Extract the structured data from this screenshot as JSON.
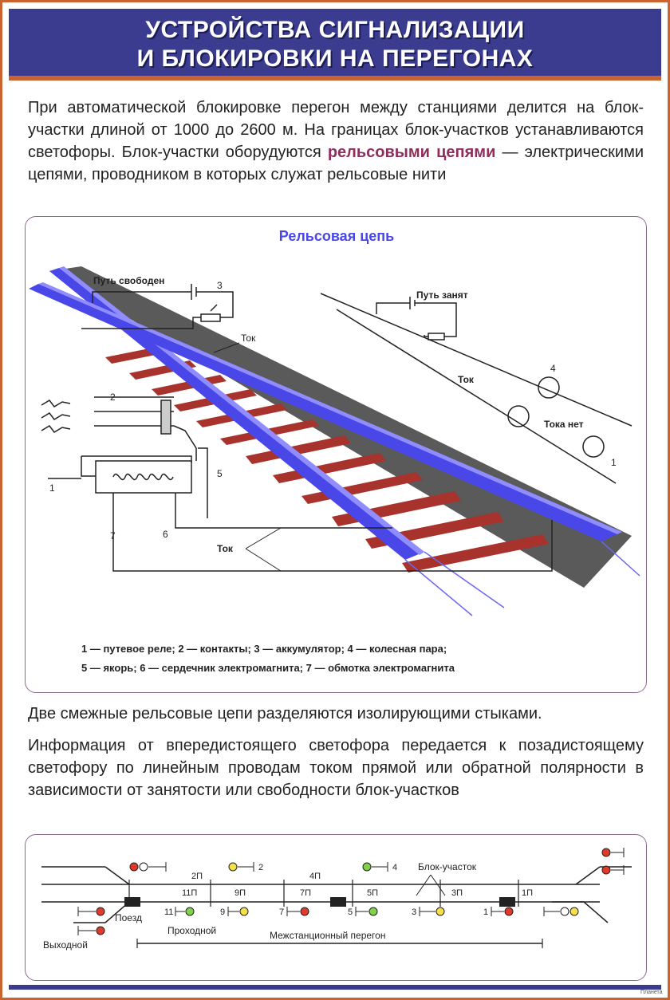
{
  "title": {
    "line1": "УСТРОЙСТВА СИГНАЛИЗАЦИИ",
    "line2": "И БЛОКИРОВКИ НА ПЕРЕГОНАХ"
  },
  "intro": {
    "text_before": "При автоматической блокировке перегон между станциями делится на блок-участки длиной от 1000 до 2600 м. На границах блок-участков устанавливаются светофоры. Блок-участки оборудуются ",
    "highlight": "рельсовыми цепями",
    "text_after": " — электрическими цепями, проводником в которых служат рельсовые нити"
  },
  "rail_diagram": {
    "title": "Рельсовая цепь",
    "label_free": "Путь свободен",
    "label_busy": "Путь занят",
    "label_current": "Ток",
    "label_no_current": "Тока нет",
    "legend_line1": "1 — путевое реле; 2 — контакты; 3 — аккумулятор;     4 — колесная пара;",
    "legend_line2": "5 — якорь; 6 — сердечник электромагнита; 7 — обмотка электромагнита",
    "num": {
      "n1": "1",
      "n2": "2",
      "n3": "3",
      "n4": "4",
      "n5": "5",
      "n6": "6",
      "n7": "7"
    }
  },
  "para2": "Две смежные рельсовые цепи разделяются изолирующими стыками.",
  "para3": "Информация от впередистоящего светофора передается к позадистоящему светофору по линейным проводам током прямой или обратной полярности в зависимости от занятости или свободности блок-участков",
  "track_diagram": {
    "signals_top": [
      "2П",
      "2",
      "4П",
      "4"
    ],
    "block_label": "Блок-участок",
    "sections": [
      "11П",
      "9П",
      "7П",
      "5П",
      "3П",
      "1П"
    ],
    "signals_bottom": [
      "11",
      "9",
      "7",
      "5",
      "3",
      "1"
    ],
    "train_label": "Поезд",
    "through_label": "Проходной",
    "exit_label": "Выходной",
    "span_label": "Межстанционный перегон"
  },
  "colors": {
    "header_bg": "#3b3c8f",
    "accent": "#c9632f",
    "rail": "#4a47e8",
    "sleeper": "#a8322c",
    "red": "#e03a2a",
    "yellow": "#f4e04a",
    "green": "#7fd24a"
  },
  "logo": "Планета"
}
